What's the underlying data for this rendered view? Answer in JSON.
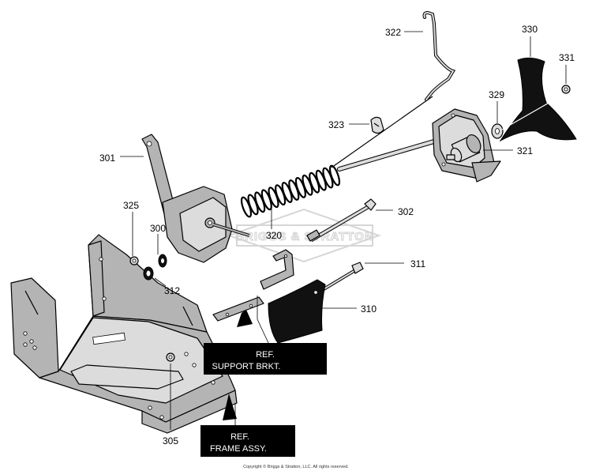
{
  "callouts": {
    "c322": "322",
    "c330": "330",
    "c331": "331",
    "c329": "329",
    "c323": "323",
    "c321": "321",
    "c301": "301",
    "c325": "325",
    "c302": "302",
    "c300": "300",
    "c320": "320",
    "c311": "311",
    "c312": "312",
    "c310": "310",
    "c305": "305"
  },
  "ref_boxes": {
    "support_line1": "REF.",
    "support_line2": "SUPPORT BRKT.",
    "frame_line1": "REF.",
    "frame_line2": "FRAME ASSY."
  },
  "watermark": "BRIGGS & STRATTON",
  "copyright": "Copyright © Briggs & Stratton, LLC. All rights reserved.",
  "icons": [
    "briggs-stratton-logo-watermark"
  ],
  "colors": {
    "part_fill": "#b4b4b4",
    "part_light": "#dcdcdc",
    "label_box": "#000000",
    "handle": "#111111"
  }
}
